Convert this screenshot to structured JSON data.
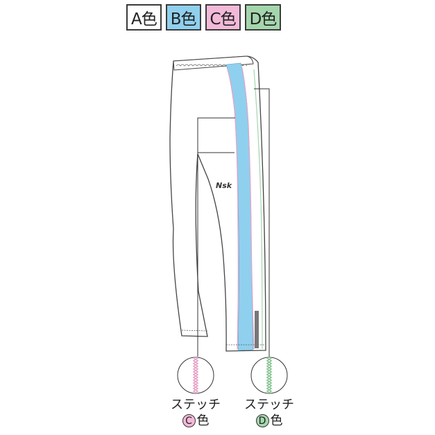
{
  "legend": [
    {
      "label": "A色",
      "color": "#ffffff"
    },
    {
      "label": "B色",
      "color": "#8fd0ee"
    },
    {
      "label": "C色",
      "color": "#f3b9d8"
    },
    {
      "label": "D色",
      "color": "#a4d6ad"
    }
  ],
  "logo_text": "Nsk",
  "callouts": {
    "left": {
      "line1": "ステッチ",
      "letter": "C",
      "suffix": "色",
      "color": "#f3b9d8"
    },
    "right": {
      "line1": "ステッチ",
      "letter": "D",
      "suffix": "色",
      "color": "#a4d6ad"
    }
  }
}
